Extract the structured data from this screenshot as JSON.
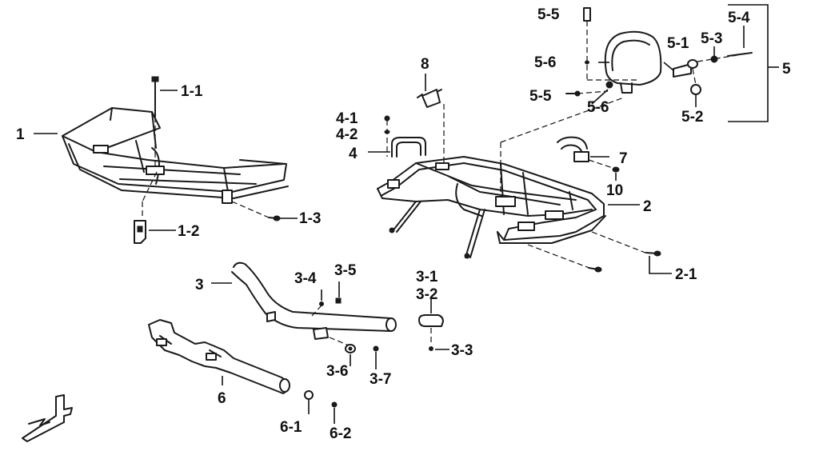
{
  "labels": {
    "l1": "1",
    "l1_1": "1-1",
    "l1_2": "1-2",
    "l1_3": "1-3",
    "l2": "2",
    "l2_1": "2-1",
    "l3": "3",
    "l3_1": "3-1",
    "l3_2": "3-2",
    "l3_3": "3-3",
    "l3_4": "3-4",
    "l3_5": "3-5",
    "l3_6": "3-6",
    "l3_7": "3-7",
    "l4": "4",
    "l4_1": "4-1",
    "l4_2": "4-2",
    "l5": "5",
    "l5_1": "5-1",
    "l5_2": "5-2",
    "l5_3": "5-3",
    "l5_4": "5-4",
    "l5_5a": "5-5",
    "l5_5b": "5-5",
    "l5_6a": "5-6",
    "l5_6b": "5-6",
    "l6": "6",
    "l6_1": "6-1",
    "l6_2": "6-2",
    "l7": "7",
    "l8": "8",
    "l10": "10"
  },
  "front_marker": "F",
  "colors": {
    "line": "#1a1a1a",
    "background": "#ffffff"
  }
}
